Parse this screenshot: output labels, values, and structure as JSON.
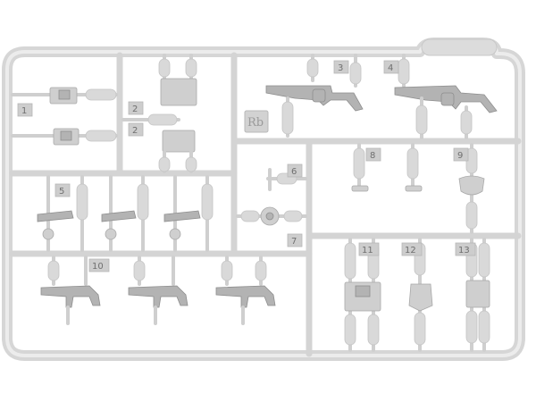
{
  "image": {
    "subject": "plastic model kit sprue",
    "sprue_logo": "Rb",
    "part_tabs": [
      {
        "id": "tab-1",
        "label": "1"
      },
      {
        "id": "tab-2a",
        "label": "2"
      },
      {
        "id": "tab-2b",
        "label": "2"
      },
      {
        "id": "tab-3",
        "label": "3"
      },
      {
        "id": "tab-4",
        "label": "4"
      },
      {
        "id": "tab-5",
        "label": "5"
      },
      {
        "id": "tab-6",
        "label": "6"
      },
      {
        "id": "tab-7",
        "label": "7"
      },
      {
        "id": "tab-8",
        "label": "8"
      },
      {
        "id": "tab-9",
        "label": "9"
      },
      {
        "id": "tab-10",
        "label": "10"
      },
      {
        "id": "tab-11",
        "label": "11"
      },
      {
        "id": "tab-12",
        "label": "12"
      },
      {
        "id": "tab-13",
        "label": "13"
      }
    ]
  }
}
